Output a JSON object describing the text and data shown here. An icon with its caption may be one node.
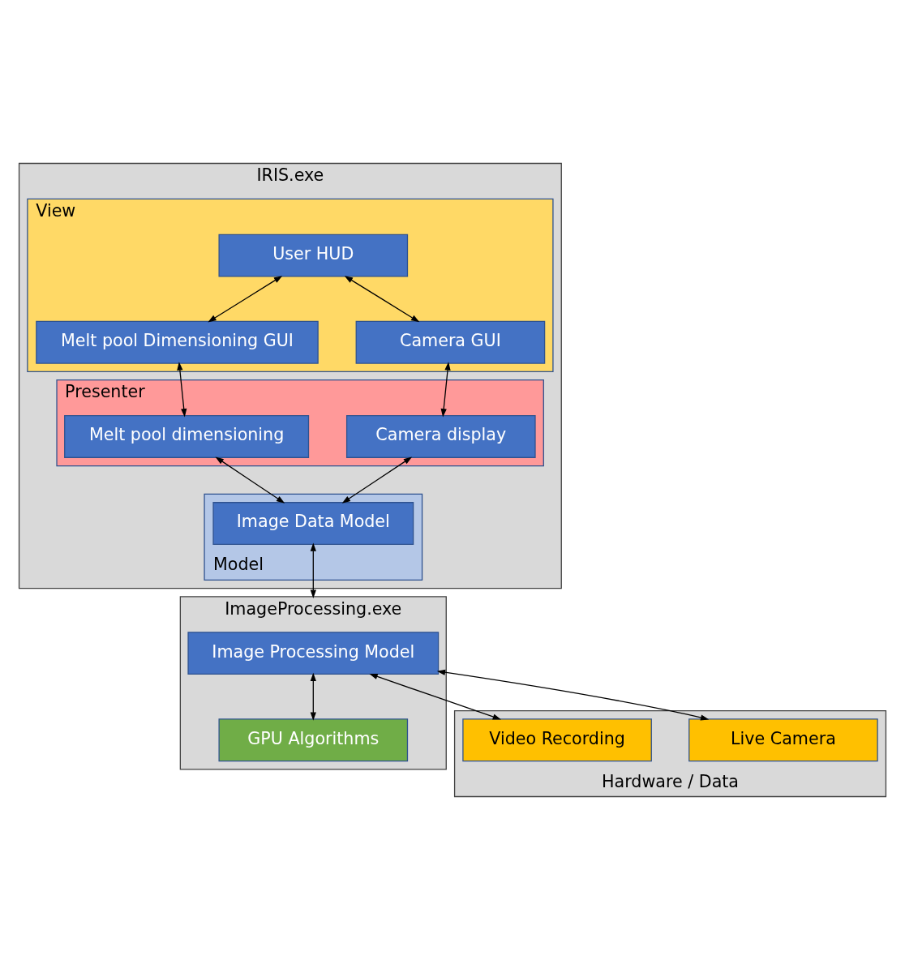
{
  "diagram": {
    "nodes": [
      {
        "text": [
          "IRIS.exe"
        ]
      },
      {
        "text": [
          "View"
        ],
        "in": 0
      },
      {
        "text": [
          "User HUD"
        ],
        "in": 1
      },
      {
        "text": [
          "Melt pool Dimensioning GUI"
        ],
        "in": 1
      },
      {
        "text": [
          "Camera GUI"
        ],
        "in": 1
      },
      {
        "text": [
          "Presenter"
        ],
        "in": 0
      },
      {
        "text": [
          "Melt pool dimensioning"
        ],
        "in": 5
      },
      {
        "text": [
          "Camera display"
        ],
        "in": 5
      },
      {
        "text": [
          "Model"
        ],
        "in": 0
      },
      {
        "text": [
          "Image Data Model"
        ],
        "in": 8
      },
      {
        "text": [
          "ImageProcessing.exe"
        ]
      },
      {
        "text": [
          "Image Processing Model"
        ],
        "in": 10
      },
      {
        "text": [
          "GPU Algorithms"
        ],
        "in": 10
      },
      {
        "text": [
          "Hardware / Data"
        ]
      },
      {
        "text": [
          "Live Camera"
        ],
        "in": 13
      },
      {
        "text": [
          "Video Recording"
        ],
        "in": 13
      }
    ],
    "edges": [
      {
        "from": 2,
        "to": 3,
        "arrow": "both"
      },
      {
        "from": 2,
        "to": 4,
        "arrow": "both"
      },
      {
        "from": 3,
        "to": 6,
        "arrow": "both"
      },
      {
        "from": 4,
        "to": 7,
        "arrow": "both"
      },
      {
        "from": 6,
        "to": 9,
        "arrow": "both"
      },
      {
        "from": 7,
        "to": 9,
        "arrow": "both"
      },
      {
        "from": 9,
        "to": 10,
        "arrow": "both"
      },
      {
        "from": 11,
        "to": 14,
        "arrow": "both"
      },
      {
        "from": 11,
        "to": 15,
        "arrow": "both"
      },
      {
        "from": 11,
        "to": 12,
        "arrow": "both"
      }
    ]
  }
}
